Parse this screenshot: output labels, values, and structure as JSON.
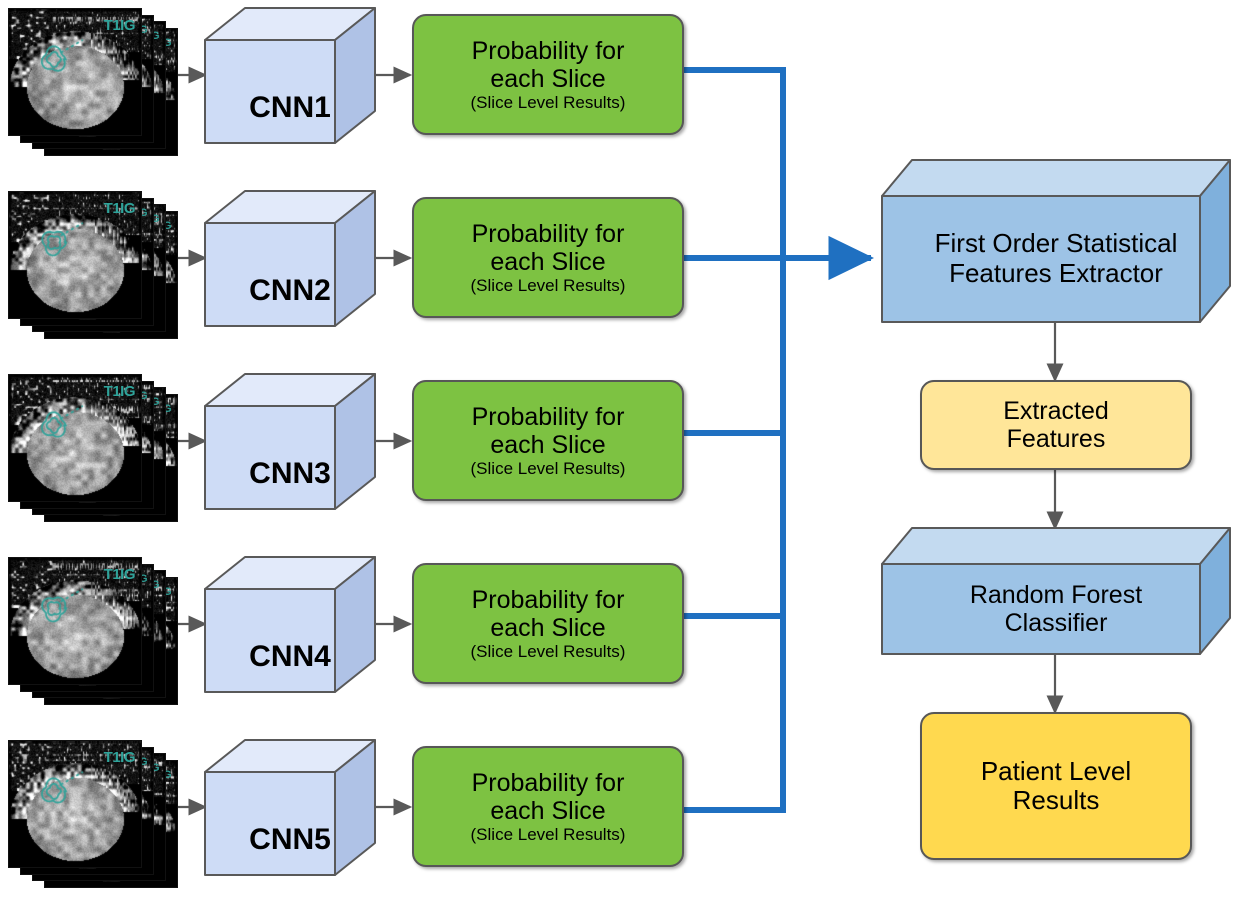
{
  "diagram": {
    "title": "CNN ensemble slice-level to patient-level classification pipeline",
    "colors": {
      "cube_front": "#CEDCF6",
      "cube_top": "#E2EAFA",
      "cube_side": "#AFC2E6",
      "cube_stroke": "#595959",
      "green_fill": "#7DC242",
      "green_stroke": "#575757",
      "slab_front": "#9DC3E6",
      "slab_top": "#C3DAF0",
      "slab_side": "#7FB0DC",
      "yellow_light": "#FFE699",
      "yellow_strong": "#FFD94F",
      "arrow_gray": "#595959",
      "bus_blue": "#1F70C1",
      "mri_label_teal": "#2FA39A"
    },
    "input_stacks": [
      {
        "id": "stack-1",
        "slice_label": "T1IG",
        "sheet_count": 4,
        "modality": "T1IG"
      },
      {
        "id": "stack-2",
        "slice_label": "T1IG",
        "sheet_count": 4,
        "modality": "T1IG"
      },
      {
        "id": "stack-3",
        "slice_label": "T1IG",
        "sheet_count": 4,
        "modality": "T1IG"
      },
      {
        "id": "stack-4",
        "slice_label": "T1IG",
        "sheet_count": 4,
        "modality": "T1IG"
      },
      {
        "id": "stack-5",
        "slice_label": "T1IG",
        "sheet_count": 4,
        "modality": "T1IG"
      }
    ],
    "cnn_blocks": [
      {
        "label": "CNN1"
      },
      {
        "label": "CNN2"
      },
      {
        "label": "CNN3"
      },
      {
        "label": "CNN4"
      },
      {
        "label": "CNN5"
      }
    ],
    "probability_blocks": [
      {
        "line1": "Probability for",
        "line2": "each Slice",
        "line3": "(Slice Level Results)"
      },
      {
        "line1": "Probability for",
        "line2": "each Slice",
        "line3": "(Slice Level Results)"
      },
      {
        "line1": "Probability for",
        "line2": "each Slice",
        "line3": "(Slice Level Results)"
      },
      {
        "line1": "Probability for",
        "line2": "each Slice",
        "line3": "(Slice Level Results)"
      },
      {
        "line1": "Probability for",
        "line2": "each Slice",
        "line3": "(Slice Level Results)"
      }
    ],
    "pipeline": {
      "extractor": {
        "line1": "First Order Statistical",
        "line2": "Features Extractor"
      },
      "features": {
        "line1": "Extracted",
        "line2": "Features"
      },
      "classifier": {
        "line1": "Random Forest",
        "line2": "Classifier"
      },
      "results": {
        "line1": "Patient Level",
        "line2": "Results"
      }
    }
  }
}
